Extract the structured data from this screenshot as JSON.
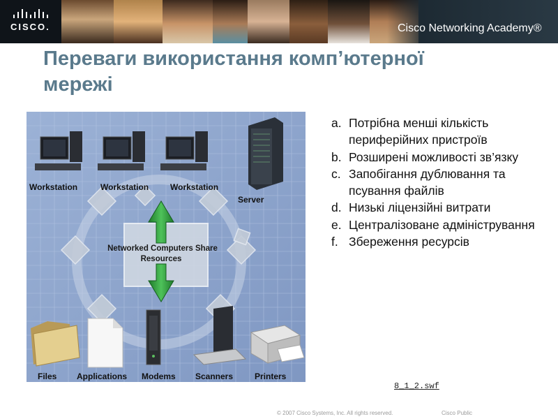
{
  "header": {
    "logo_text": "CISCO.",
    "academy_text": "Cisco Networking Academy®"
  },
  "slide": {
    "title_line1": "Переваги використання комп’ютерної",
    "title_line2": "мережі",
    "items": [
      {
        "marker": "a.",
        "text": "Потрібна менші кількість периферійних пристроїв"
      },
      {
        "marker": "b.",
        "text": "Розширені можливості зв’язку"
      },
      {
        "marker": "c.",
        "text": "Запобігання дублювання та псування файлів"
      },
      {
        "marker": "d.",
        "text": "Низькі ліцензійні витрати"
      },
      {
        "marker": "e.",
        "text": "Централізоване адміністрування"
      },
      {
        "marker": "f.",
        "text": "Збереження ресурсів"
      }
    ],
    "caption": "8_1_2.swf"
  },
  "diagram": {
    "labels": {
      "ws1": "Workstation",
      "ws2": "Workstation",
      "ws3": "Workstation",
      "server": "Server",
      "center_line1": "Networked Computers Share",
      "center_line2": "Resources",
      "files": "Files",
      "applications": "Applications",
      "modems": "Modems",
      "scanners": "Scanners",
      "printers": "Printers"
    }
  },
  "footer": {
    "copyright": "© 2007 Cisco Systems, Inc. All rights reserved.",
    "classification": "Cisco Public"
  },
  "colors": {
    "banner": "#1d2a33",
    "title": "#5a7a8c",
    "diagram_bg": "#8fa6cc",
    "arrow": "#2f9a3c"
  }
}
